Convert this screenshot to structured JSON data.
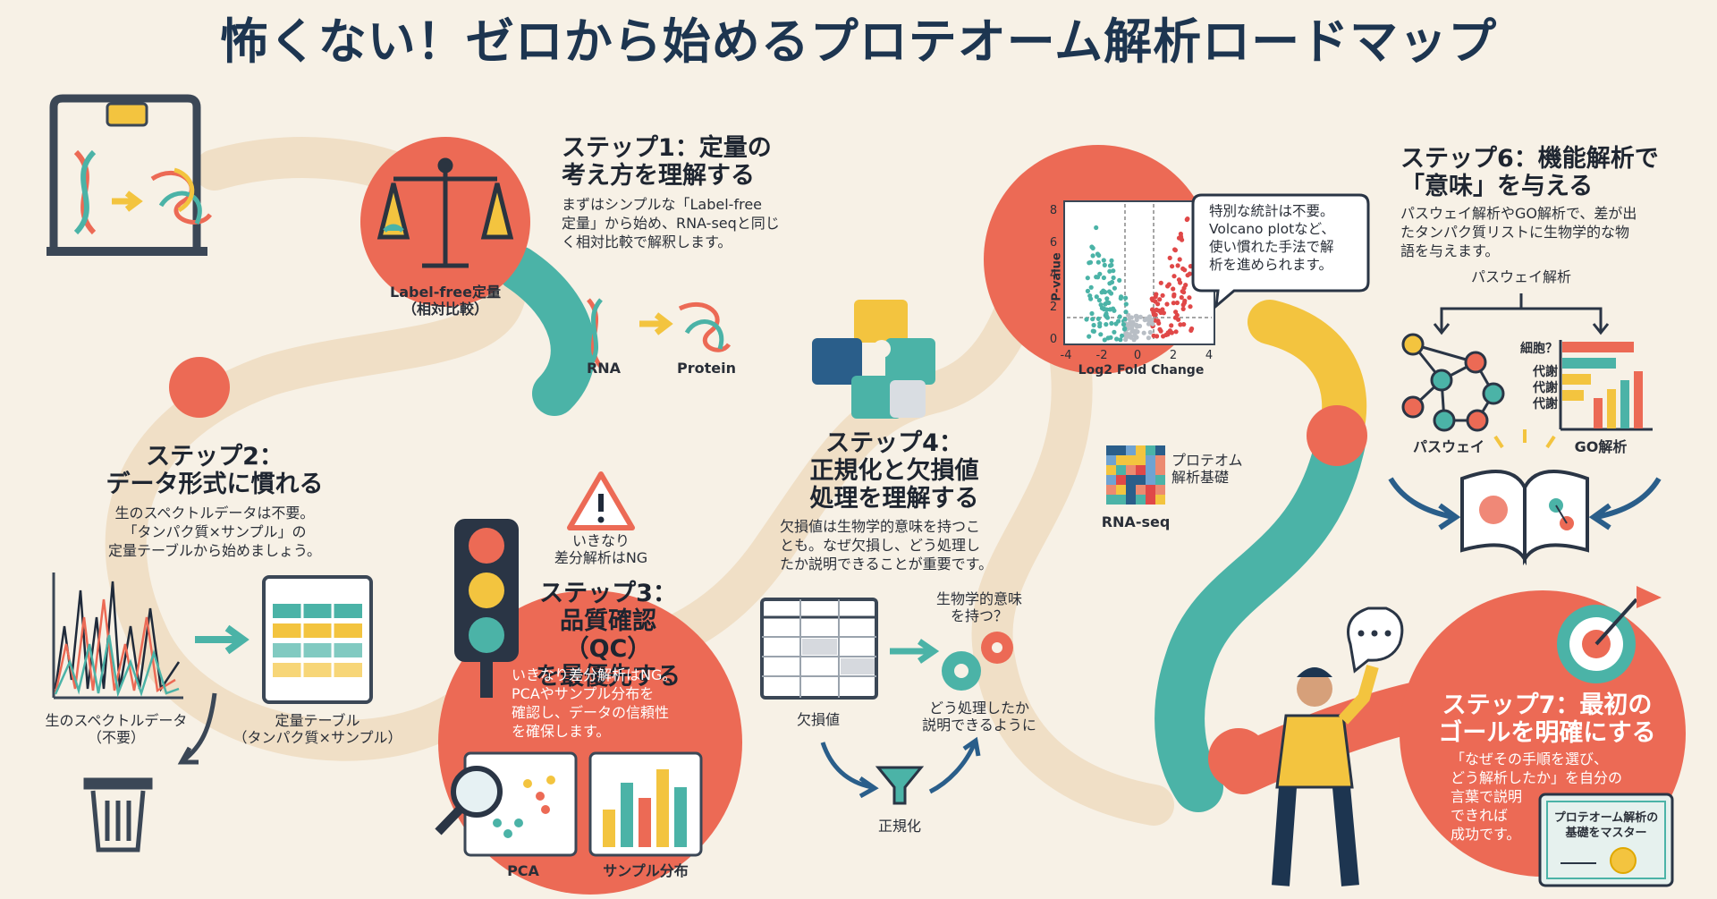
{
  "title": "怖くない！ゼロから始めるプロテオーム解析ロードマップ",
  "colors": {
    "background": "#f7f1e6",
    "coral": "#ec6a55",
    "teal": "#4bb3a7",
    "yellow": "#f3c43f",
    "navy": "#1d3550",
    "path": "#f0dfc6"
  },
  "icons": [
    "gate-icon",
    "dna-icon",
    "protein-icon",
    "arrow-icon",
    "scale-icon",
    "puzzle-icon",
    "warning-icon",
    "traffic-light-icon",
    "magnifier-icon",
    "trash-icon",
    "funnel-icon",
    "gears-icon",
    "network-icon",
    "bar-chart-icon",
    "book-icon",
    "target-icon",
    "certificate-icon",
    "person-icon",
    "speech-bubble-icon",
    "heatmap-icon",
    "spectrum-icon",
    "table-icon"
  ],
  "step1": {
    "heading_line1": "ステップ1：定量の",
    "heading_line2": "考え方を理解する",
    "body_line1": "まずはシンプルな「Label-free",
    "body_line2": "定量」から始め、RNA-seqと同じ",
    "body_line3": "く相対比較で解釈します。",
    "circle_line1": "Label-free定量",
    "circle_line2": "（相対比較）",
    "rna_label": "RNA",
    "protein_label": "Protein"
  },
  "step2": {
    "heading_line1": "ステップ2：",
    "heading_line2": "データ形式に慣れる",
    "body_line1": "生のスペクトルデータは不要。",
    "body_line2": "「タンパク質×サンプル」の",
    "body_line3": "定量テーブルから始めましょう。",
    "spectrum_line1": "生のスペクトルデータ",
    "spectrum_line2": "（不要）",
    "table_line1": "定量テーブル",
    "table_line2": "（タンパク質×サンプル）"
  },
  "step3": {
    "warning_line1": "いきなり",
    "warning_line2": "差分解析はNG",
    "heading_line1": "ステップ3：",
    "heading_line2": "品質確認（QC）",
    "heading_line3": "を最優先する",
    "body_line1": "いきなり差分解析はNG。",
    "body_line2": "PCAやサンプル分布を",
    "body_line3": "確認し、データの信頼性",
    "body_line4": "を確保します。",
    "pca_label": "PCA",
    "dist_label": "サンプル分布"
  },
  "step4": {
    "heading_line1": "ステップ4：",
    "heading_line2": "正規化と欠損値",
    "heading_line3": "処理を理解する",
    "body_line1": "欠損値は生物学的意味を持つこ",
    "body_line2": "とも。なぜ欠損し、どう処理し",
    "body_line3": "たか説明できることが重要です。",
    "missing_label": "欠損値",
    "meaning_line1": "生物学的意味",
    "meaning_line2": "を持つ？",
    "explain_line1": "どう処理したか",
    "explain_line2": "説明できるように",
    "normalize_label": "正規化"
  },
  "step5": {
    "bubble_line1": "特別な統計は不要。",
    "bubble_line2": "Volcano plotなど、",
    "bubble_line3": "使い慣れた手法で解",
    "bubble_line4": "析を進められます。",
    "xlabel": "Log2 Fold Change",
    "ylabel": "P-value",
    "x_ticks": [
      "-4",
      "-2",
      "0",
      "2",
      "4"
    ],
    "y_ticks": [
      "8",
      "6",
      "4",
      "2",
      "0"
    ],
    "heatmap_label": "RNA-seq",
    "proteome_line1": "プロテオム",
    "proteome_line2": "解析基礎"
  },
  "step6": {
    "heading_line1": "ステップ6：機能解析で",
    "heading_line2": "「意味」を与える",
    "body_line1": "パスウェイ解析やGO解析で、差が出",
    "body_line2": "たタンパク質リストに生物学的な物",
    "body_line3": "語を与えます。",
    "pathway_top": "パスウェイ解析",
    "pathway_label": "パスウェイ",
    "go_label": "GO解析",
    "go_terms": [
      "細胞？",
      "代謝",
      "代謝",
      "代謝"
    ]
  },
  "step7": {
    "heading_line1": "ステップ7：最初の",
    "heading_line2": "ゴールを明確にする",
    "body_line1": "「なぜその手順を選び、",
    "body_line2": "どう解析したか」を自分の",
    "body_line3": "言葉で説明",
    "body_line4": "できれば",
    "body_line5": "成功です。",
    "cert_line1": "プロテオーム解析の",
    "cert_line2": "基礎をマスター"
  }
}
